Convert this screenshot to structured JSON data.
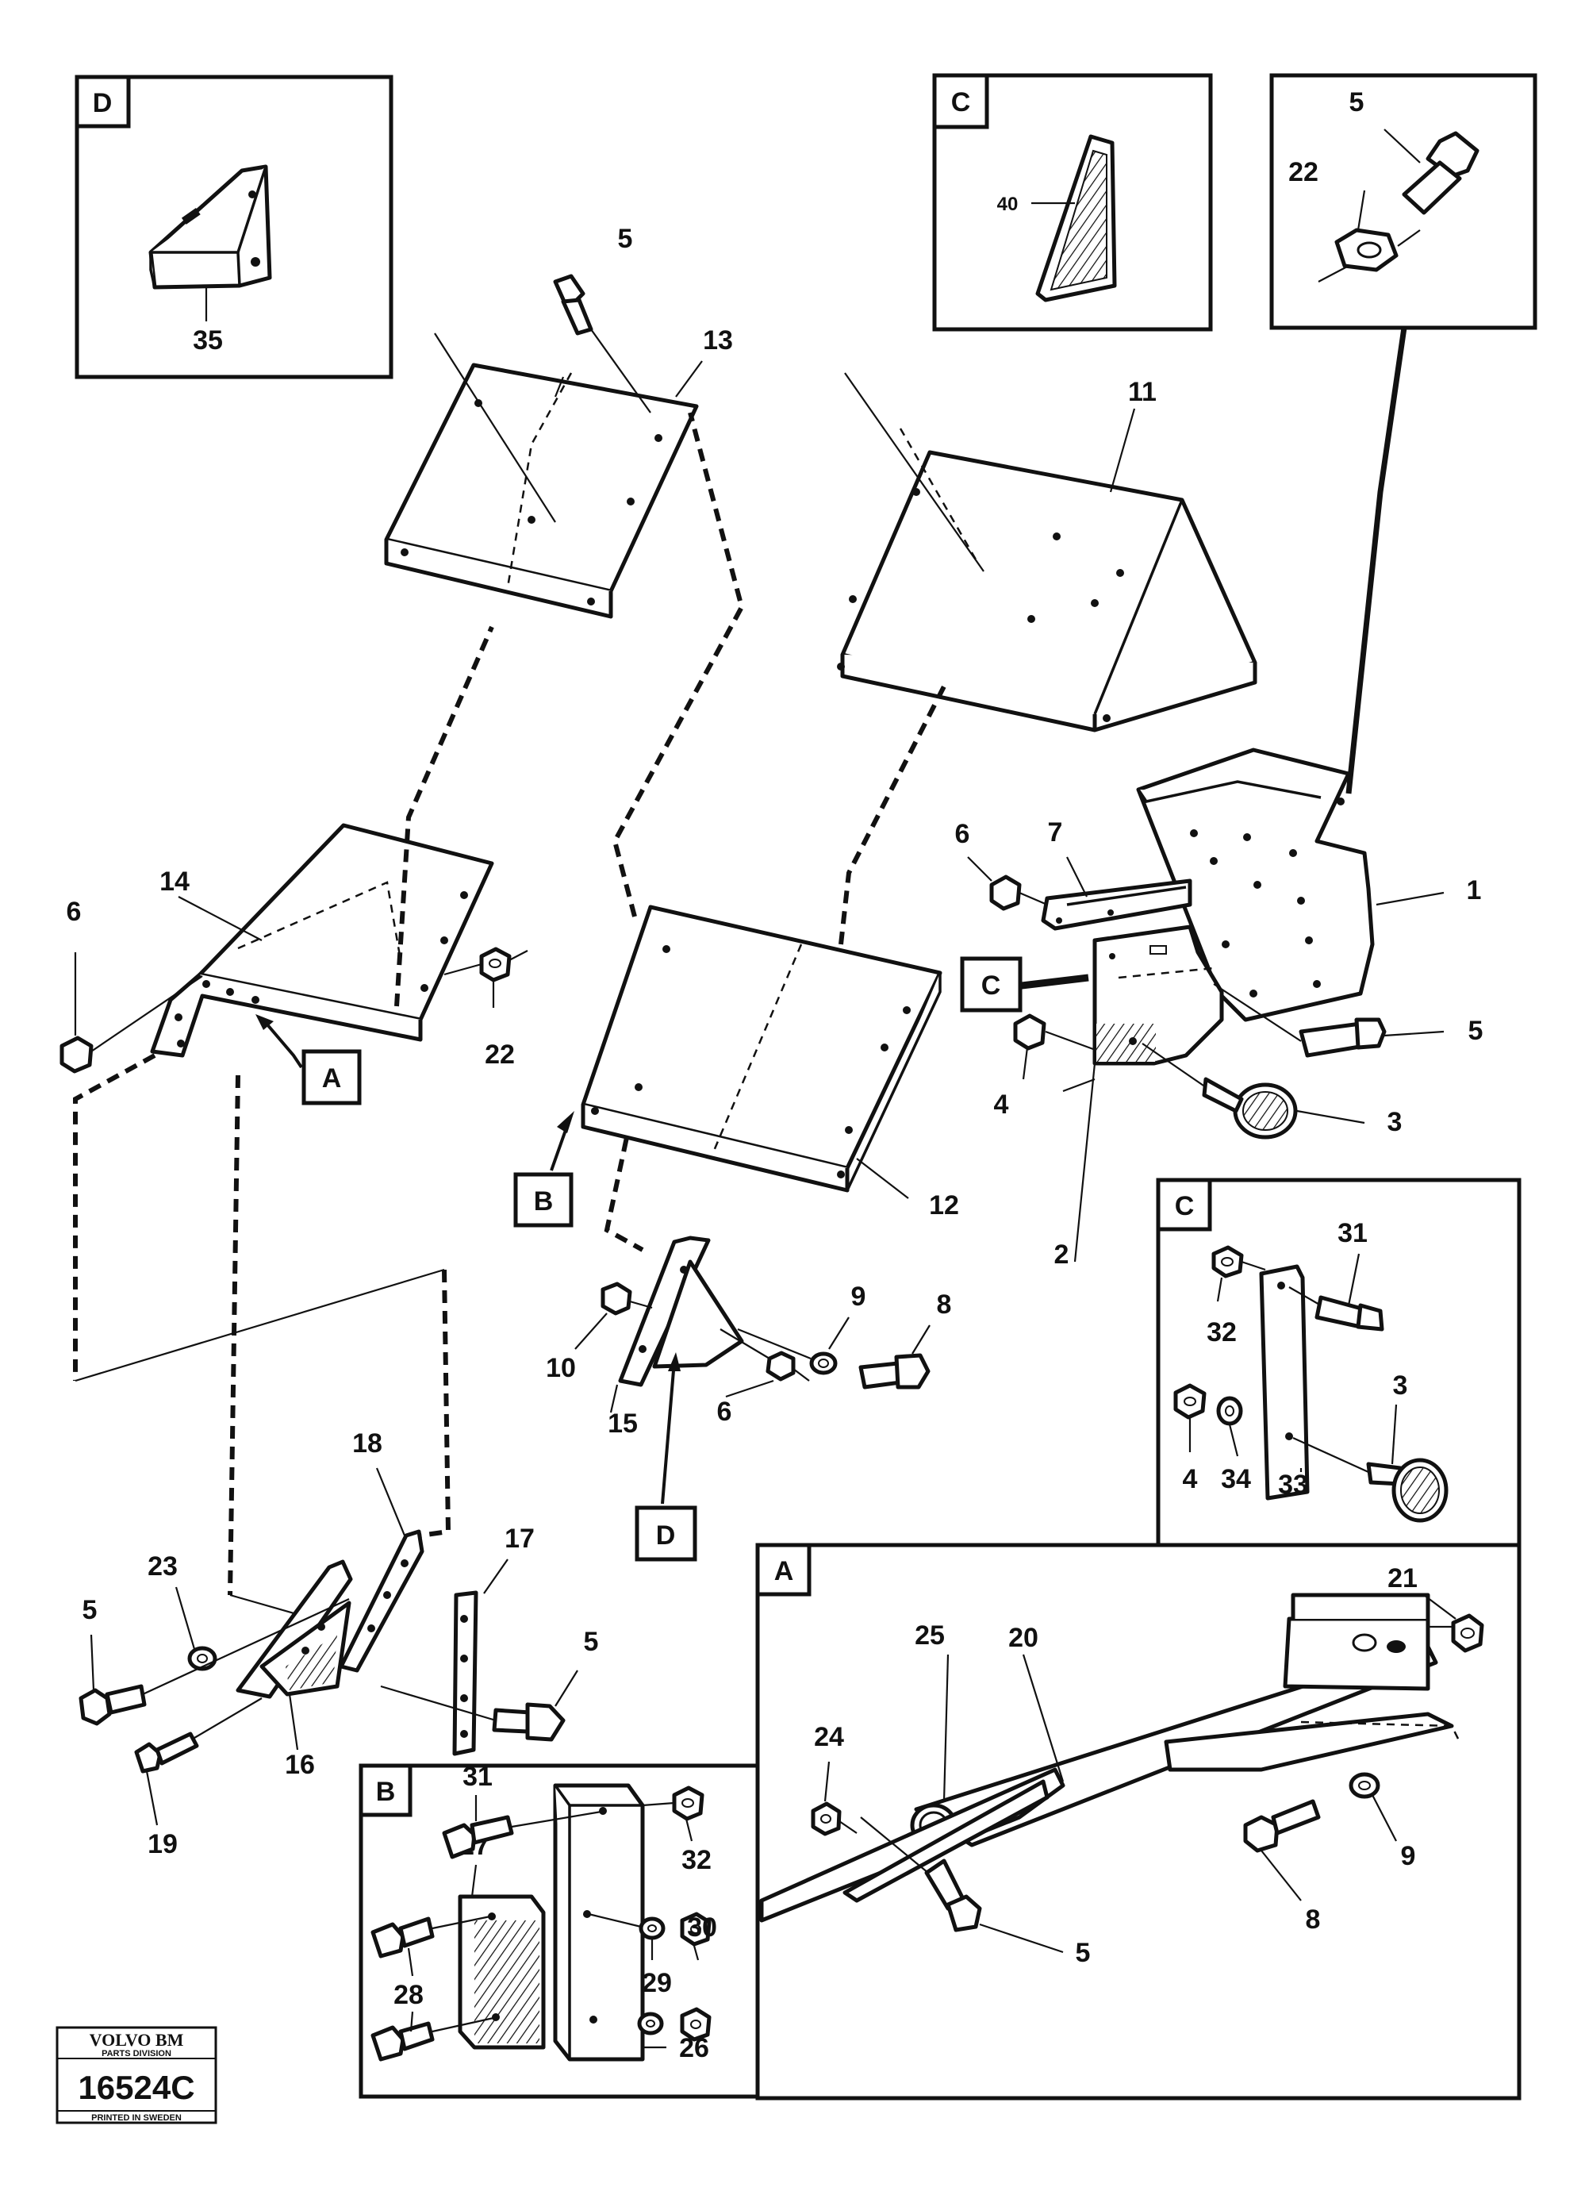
{
  "callouts": {
    "c1": "1",
    "c2": "2",
    "c3": "3",
    "c3b": "3",
    "c4": "4",
    "c4b": "4",
    "c5a": "5",
    "c5b": "5",
    "c5c": "5",
    "c5d": "5",
    "c5e": "5",
    "c5f": "5",
    "c6a": "6",
    "c6b": "6",
    "c6c": "6",
    "c7": "7",
    "c8a": "8",
    "c8b": "8",
    "c9a": "9",
    "c9b": "9",
    "c10": "10",
    "c11": "11",
    "c12": "12",
    "c13": "13",
    "c14": "14",
    "c15": "15",
    "c16": "16",
    "c17": "17",
    "c18": "18",
    "c19": "19",
    "c20": "20",
    "c21": "21",
    "c22a": "22",
    "c22b": "22",
    "c23": "23",
    "c24": "24",
    "c25": "25",
    "c26": "26",
    "c27": "27",
    "c28": "28",
    "c29": "29",
    "c30": "30",
    "c31a": "31",
    "c31b": "31",
    "c32a": "32",
    "c32b": "32",
    "c33": "33",
    "c34": "34",
    "c35": "35",
    "c40": "40"
  },
  "view_labels": {
    "detail_d": "D",
    "detail_c_top": "C",
    "detail_c_right": "C",
    "detail_a": "A",
    "detail_b": "B",
    "ref_a": "A",
    "ref_b": "B",
    "ref_c": "C",
    "ref_d": "D"
  },
  "stamp": {
    "brand": "VOLVO BM",
    "division": "PARTS DIVISION",
    "drawing_number": "16524C",
    "printed": "PRINTED IN SWEDEN"
  }
}
